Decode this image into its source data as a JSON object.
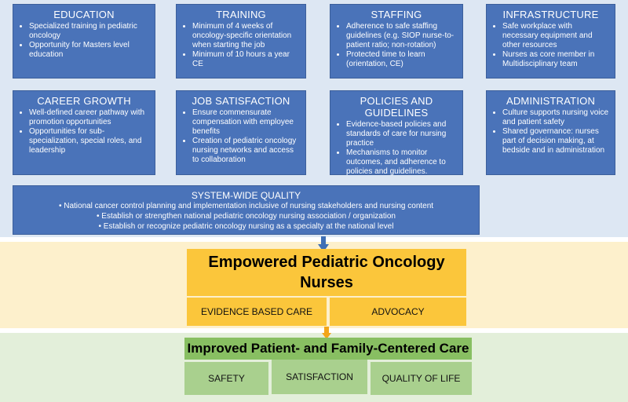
{
  "boxes": [
    {
      "title": "EDUCATION",
      "bullets": [
        "Specialized training in pediatric oncology",
        "Opportunity for Masters level education"
      ]
    },
    {
      "title": "TRAINING",
      "bullets": [
        "Minimum of 4 weeks of oncology-specific orientation when starting the job",
        "Minimum of 10 hours a year CE"
      ]
    },
    {
      "title": "STAFFING",
      "bullets": [
        "Adherence to safe staffing guidelines (e.g. SIOP nurse-to-patient ratio; non-rotation)",
        "Protected time to learn (orientation, CE)"
      ]
    },
    {
      "title": "INFRASTRUCTURE",
      "bullets": [
        "Safe workplace with necessary equipment and other resources",
        "Nurses as core member in Multidisciplinary team"
      ]
    },
    {
      "title": "CAREER GROWTH",
      "bullets": [
        "Well-defined career pathway with promotion opportunities",
        "Opportunities for sub-specialization, special roles, and leadership"
      ]
    },
    {
      "title": "JOB SATISFACTION",
      "bullets": [
        "Ensure commensurate compensation with employee benefits",
        "Creation of pediatric oncology nursing networks and access to collaboration"
      ]
    },
    {
      "title": "POLICIES AND GUIDELINES",
      "bullets": [
        "Evidence-based policies and standards of care for nursing practice",
        "Mechanisms to monitor outcomes, and adherence to policies and guidelines."
      ]
    },
    {
      "title": "ADMINISTRATION",
      "bullets": [
        "Culture supports nursing voice and patient safety",
        "Shared governance: nurses part of decision making, at bedside and in administration"
      ]
    }
  ],
  "system_wide": {
    "title": "SYSTEM-WIDE QUALITY",
    "lines": [
      "National cancer control planning and implementation inclusive of nursing stakeholders and nursing content",
      "Establish or strengthen national pediatric oncology nursing association / organization",
      "Establish or recognize pediatric oncology nursing as a specialty at the national level"
    ]
  },
  "empowered": {
    "title_line1": "Empowered Pediatric Oncology",
    "title_line2": "Nurses",
    "items": [
      "EVIDENCE BASED CARE",
      "ADVOCACY"
    ]
  },
  "improved": {
    "title": "Improved Patient- and Family-Centered Care",
    "items": [
      "SAFETY",
      "SATISFACTION",
      "QUALITY OF LIFE"
    ]
  },
  "colors": {
    "box_blue": "#4a73b9",
    "band_blue": "#dde7f3",
    "yellow": "#fbc63b",
    "band_yellow": "#fdf0cc",
    "green_title": "#88bf62",
    "green_box": "#a9d08e",
    "band_green": "#e3efda",
    "arrow_blue": "#3f6fb5",
    "arrow_orange": "#f2a51a"
  }
}
